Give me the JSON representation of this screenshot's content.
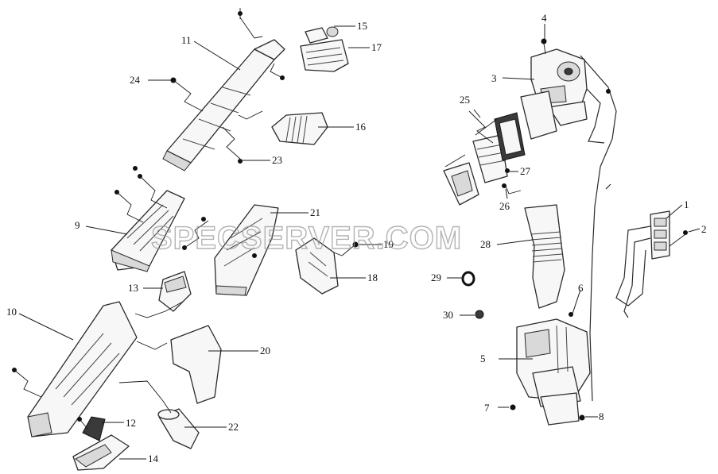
{
  "watermark": "SPECSERVER.COM",
  "callouts": {
    "c1": "1",
    "c2": "2",
    "c3": "3",
    "c4": "4",
    "c5": "5",
    "c6": "6",
    "c7": "7",
    "c8": "8",
    "c9": "9",
    "c10": "10",
    "c11": "11",
    "c12": "12",
    "c13": "13",
    "c14": "14",
    "c15": "15",
    "c16": "16",
    "c17": "17",
    "c18": "18",
    "c19": "19",
    "c20": "20",
    "c21": "21",
    "c22": "22",
    "c23": "23",
    "c24": "24",
    "c25": "25",
    "c26": "26",
    "c27": "27",
    "c28": "28",
    "c29": "29",
    "c30": "30"
  }
}
